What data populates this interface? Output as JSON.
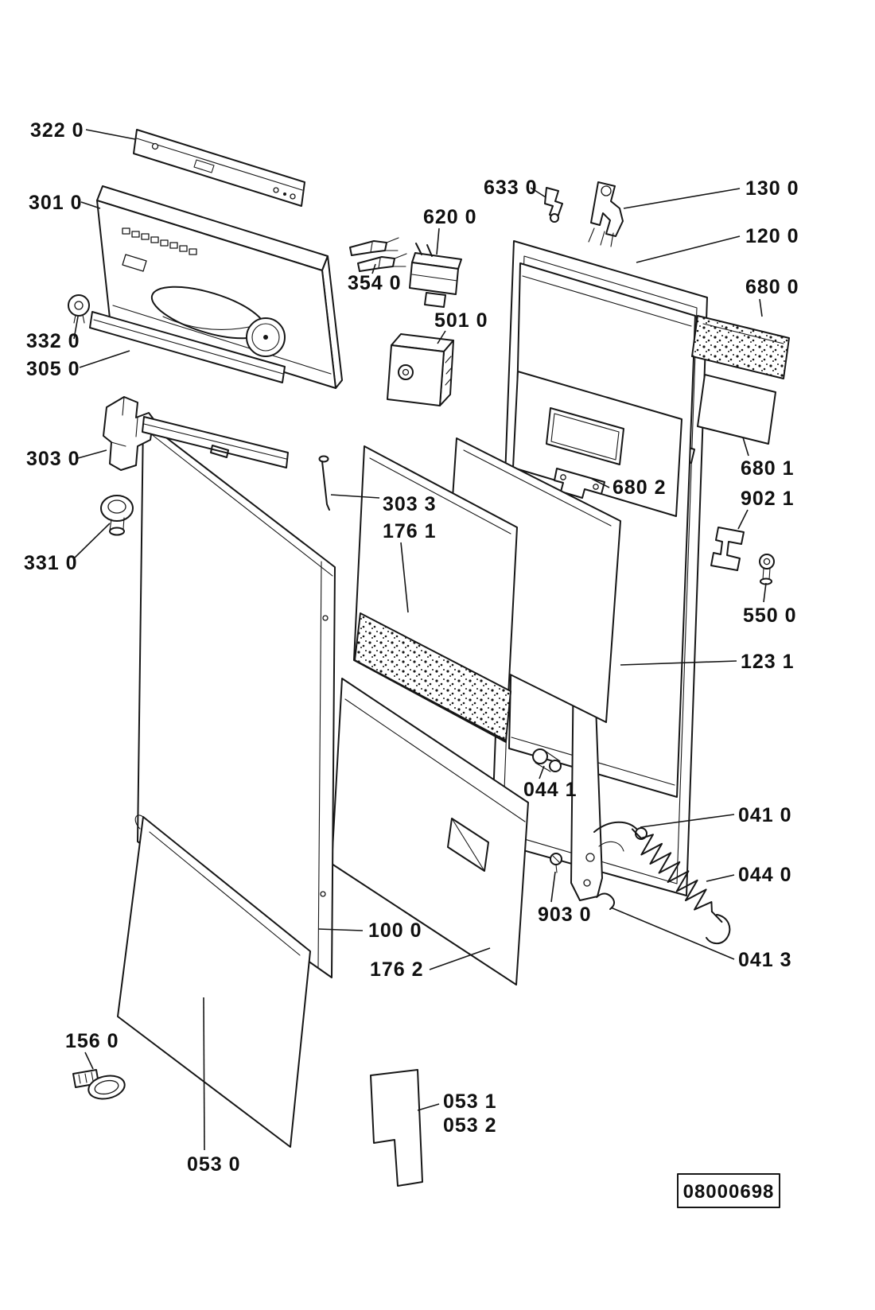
{
  "page": {
    "background": "#ffffff",
    "ink": "#161616"
  },
  "diagram": {
    "drawing_code": "08000698",
    "labels": {
      "l322_0": "322 0",
      "l301_0": "301 0",
      "l332_0": "332 0",
      "l305_0": "305 0",
      "l303_0": "303 0",
      "l331_0": "331 0",
      "l633_0": "633 0",
      "l130_0": "130 0",
      "l120_0": "120 0",
      "l620_0": "620 0",
      "l354_0": "354 0",
      "l680_0": "680 0",
      "l501_0": "501 0",
      "l680_1": "680 1",
      "l902_1": "902 1",
      "l680_2": "680 2",
      "l550_0": "550 0",
      "l303_3": "303 3",
      "l176_1": "176 1",
      "l123_1": "123 1",
      "l044_1": "044 1",
      "l041_0": "041 0",
      "l044_0": "044 0",
      "l903_0": "903 0",
      "l041_3": "041 3",
      "l100_0": "100 0",
      "l176_2": "176 2",
      "l156_0": "156 0",
      "l053_0": "053 0",
      "l053_1": "053 1",
      "l053_2": "053 2"
    }
  }
}
